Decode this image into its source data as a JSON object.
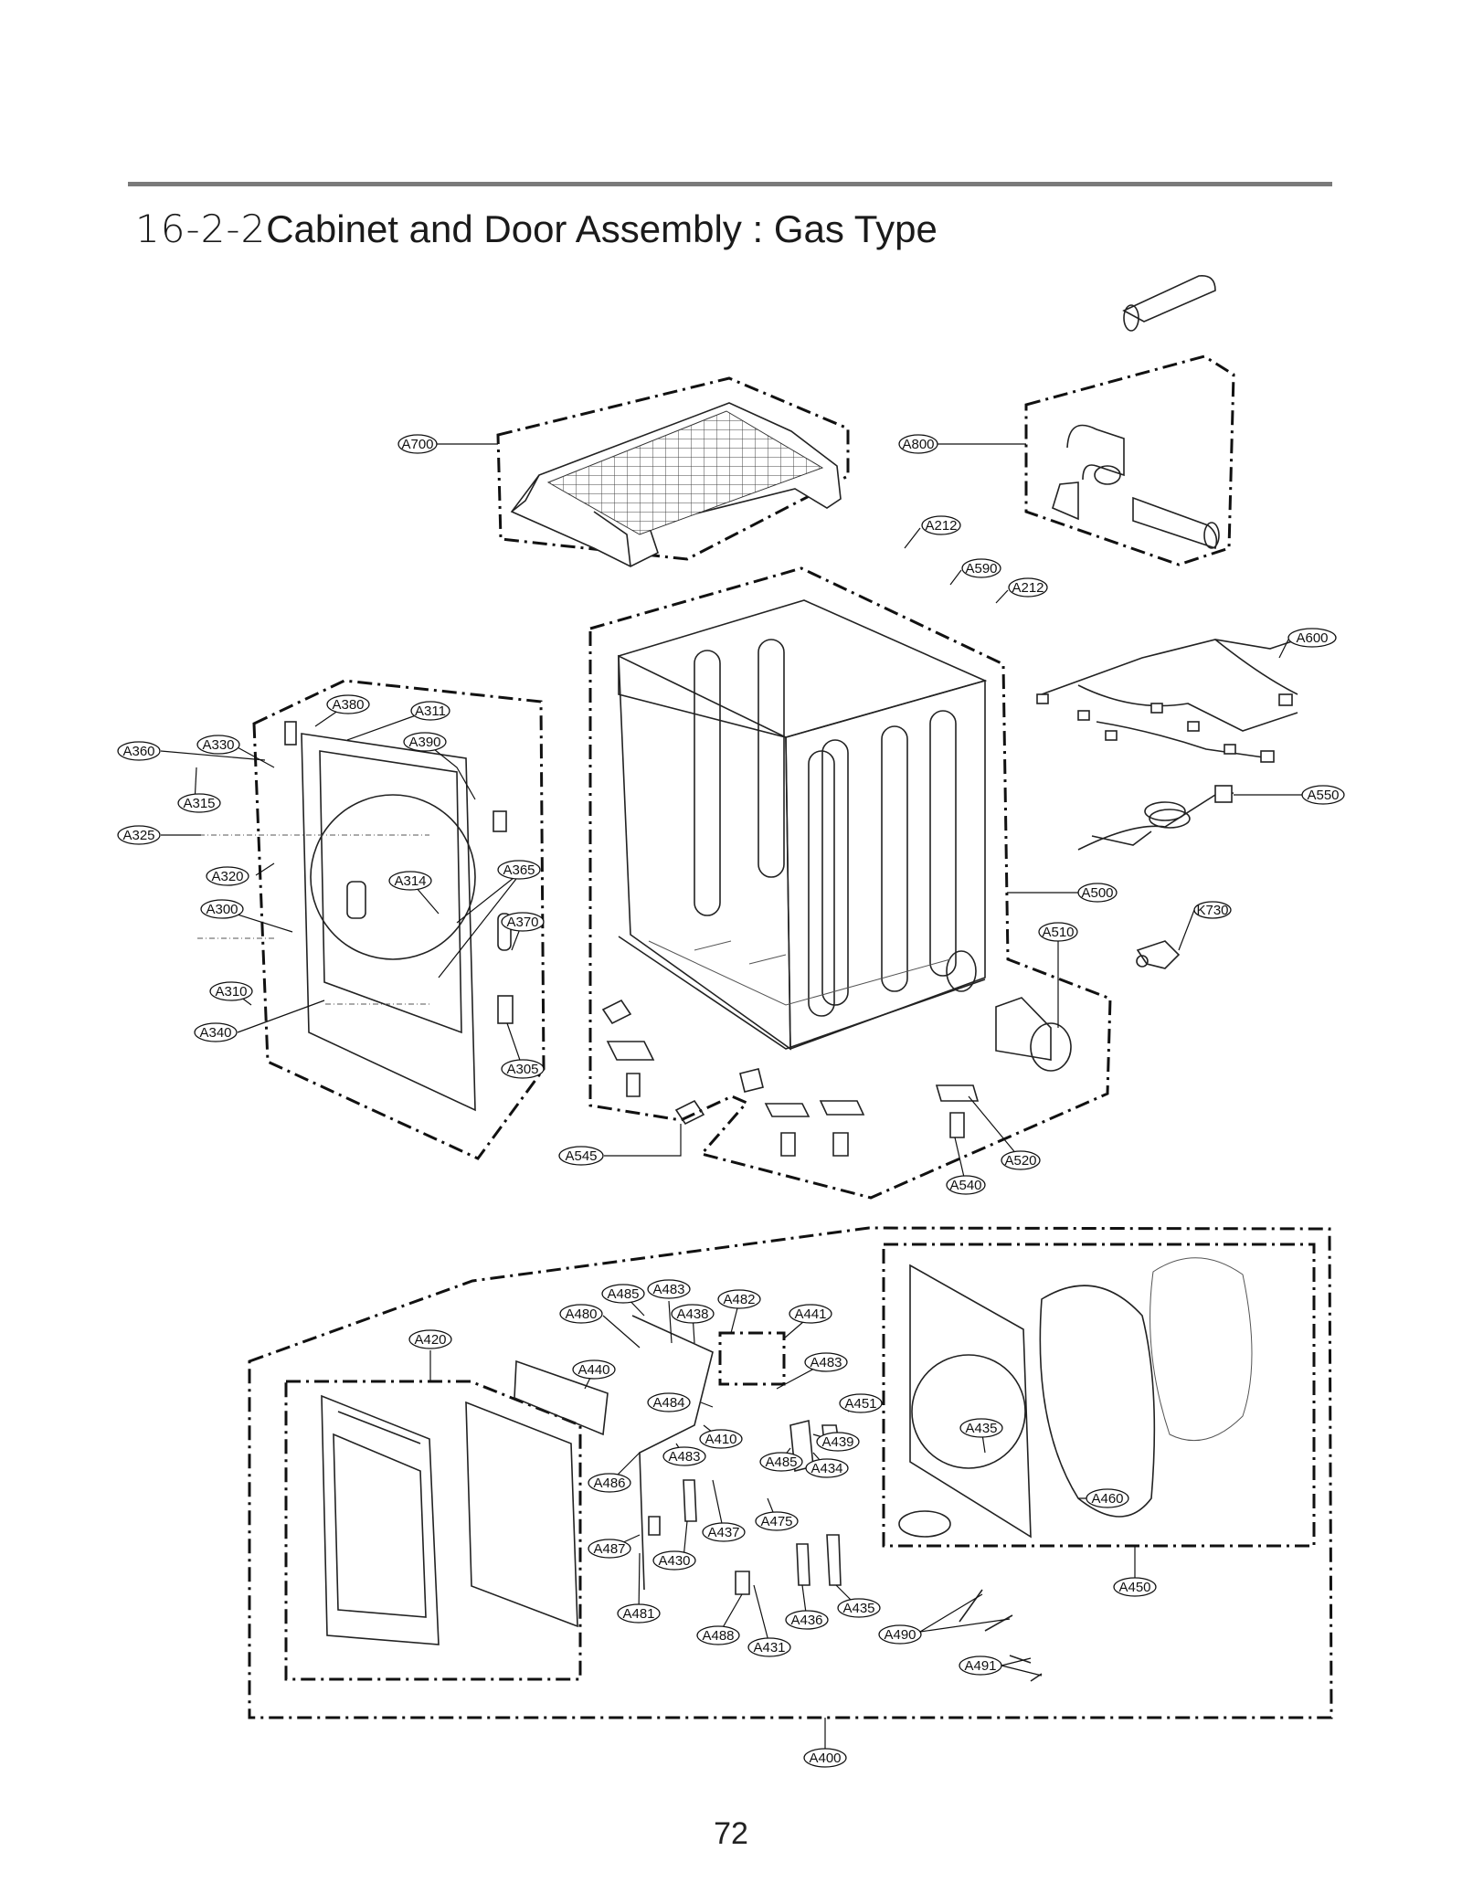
{
  "header": {
    "section_number": "16-2-2",
    "title": "Cabinet and Door Assembly : Gas Type"
  },
  "page_number": "72",
  "callouts": {
    "A700": "A700",
    "A800": "A800",
    "A212a": "A212",
    "A590": "A590",
    "A212b": "A212",
    "A600": "A600",
    "A550": "A550",
    "A500": "A500",
    "K730": "K730",
    "A510": "A510",
    "A520": "A520",
    "A540": "A540",
    "A545": "A545",
    "A380": "A380",
    "A311": "A311",
    "A390": "A390",
    "A360": "A360",
    "A330": "A330",
    "A315": "A315",
    "A325": "A325",
    "A320": "A320",
    "A314": "A314",
    "A365": "A365",
    "A300": "A300",
    "A370": "A370",
    "A310": "A310",
    "A340": "A340",
    "A305": "A305",
    "A485a": "A485",
    "A483a": "A483",
    "A482": "A482",
    "A480": "A480",
    "A438": "A438",
    "A441": "A441",
    "A420": "A420",
    "A440": "A440",
    "A483b": "A483",
    "A484": "A484",
    "A451": "A451",
    "A410": "A410",
    "A439": "A439",
    "A483c": "A483",
    "A485b": "A485",
    "A434": "A434",
    "A486": "A486",
    "A437": "A437",
    "A475": "A475",
    "A487": "A487",
    "A430": "A430",
    "A481": "A481",
    "A488": "A488",
    "A431": "A431",
    "A436": "A436",
    "A435a": "A435",
    "A435b": "A435",
    "A460": "A460",
    "A450": "A450",
    "A490": "A490",
    "A491": "A491",
    "A400": "A400"
  }
}
